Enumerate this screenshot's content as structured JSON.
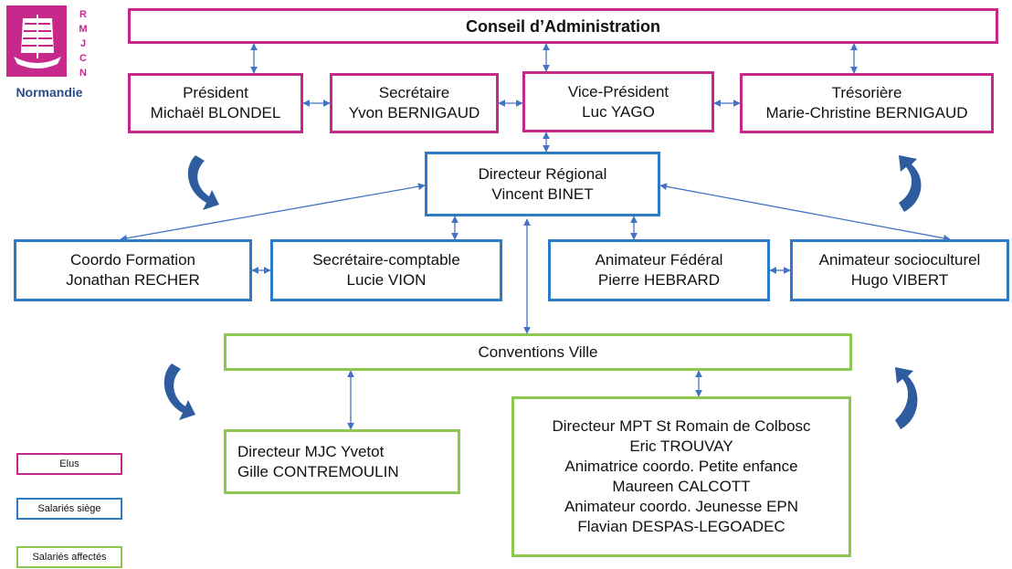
{
  "logo": {
    "letters": [
      "R",
      "M",
      "J",
      "C",
      "N"
    ],
    "caption": "Normandie",
    "brand_color": "#c7288c"
  },
  "colors": {
    "elus": "#c7288c",
    "siege": "#2c7bc4",
    "affectes": "#8cc850",
    "arrows": "#4472c4",
    "curved_arrows": "#2e5c9e"
  },
  "conseil": {
    "title": "Conseil d’Administration"
  },
  "elus": {
    "president": {
      "role": "Président",
      "name": "Michaël BLONDEL"
    },
    "secretaire": {
      "role": "Secrétaire",
      "name": "Yvon BERNIGAUD"
    },
    "vice_president": {
      "role": "Vice-Président",
      "name": "Luc YAGO"
    },
    "tresoriere": {
      "role": "Trésorière",
      "name": "Marie-Christine BERNIGAUD"
    }
  },
  "directeur": {
    "role": "Directeur Régional",
    "name": "Vincent BINET"
  },
  "siege": {
    "coordo": {
      "role": "Coordo Formation",
      "name": "Jonathan RECHER"
    },
    "comptable": {
      "role": "Secrétaire-comptable",
      "name": "Lucie VION"
    },
    "federal": {
      "role": "Animateur Fédéral",
      "name": "Pierre HEBRARD"
    },
    "socioculturel": {
      "role": "Animateur socioculturel",
      "name": "Hugo VIBERT"
    }
  },
  "conventions": {
    "title": "Conventions Ville"
  },
  "affectes": {
    "yvetot": {
      "role": "Directeur MJC Yvetot",
      "name": "Gille CONTREMOULIN"
    },
    "mpt": {
      "lines": [
        "Directeur MPT St Romain de Colbosc",
        "Eric TROUVAY",
        "Animatrice coordo. Petite enfance",
        "Maureen CALCOTT",
        "Animateur coordo. Jeunesse EPN",
        "Flavian DESPAS-LEGOADEC"
      ]
    }
  },
  "legend": {
    "elus": "Elus",
    "siege": "Salariés siège",
    "affectes": "Salariés affectés"
  }
}
